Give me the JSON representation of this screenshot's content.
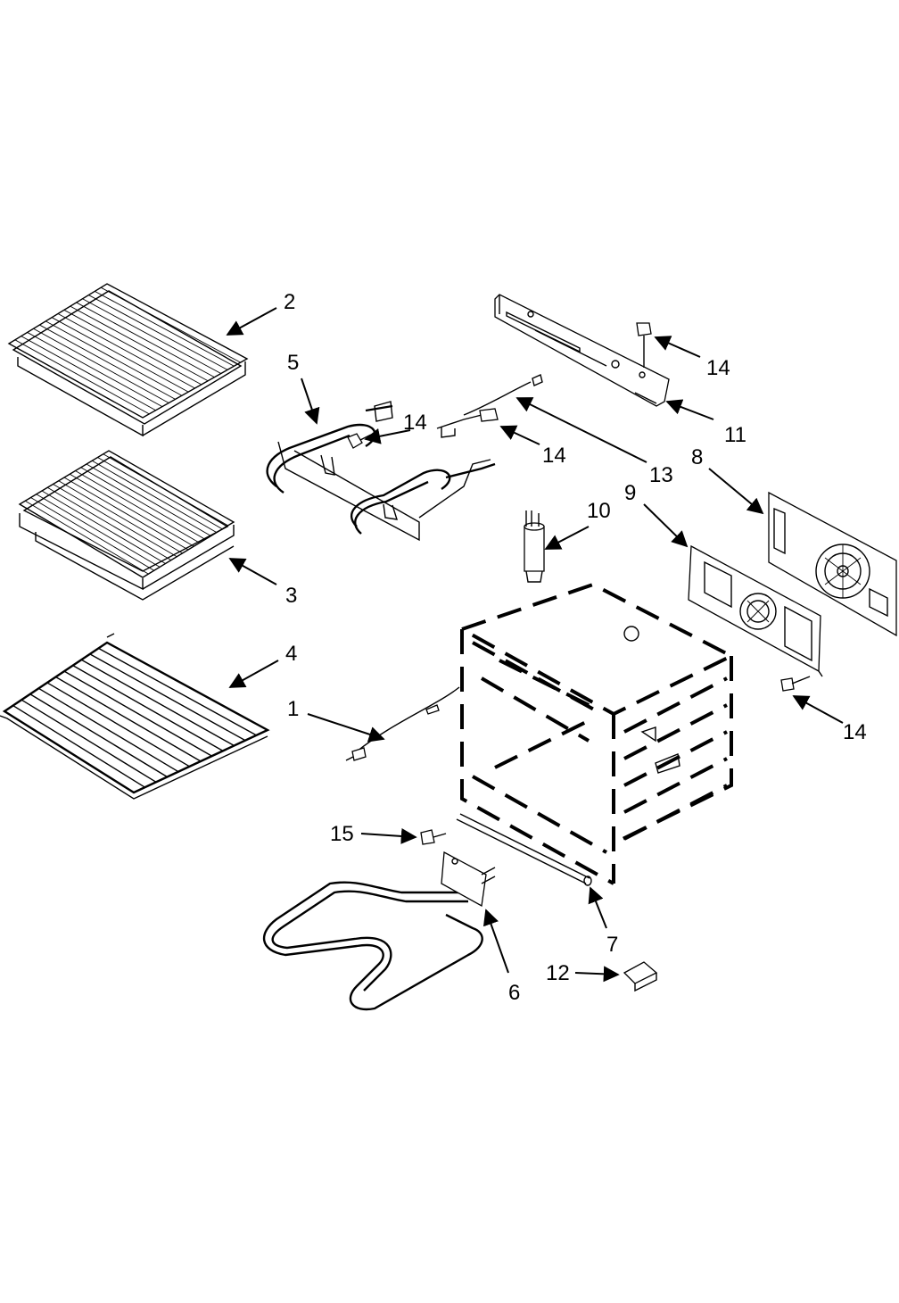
{
  "callouts": [
    {
      "id": "c1",
      "text": "1"
    },
    {
      "id": "c2",
      "text": "2"
    },
    {
      "id": "c3",
      "text": "3"
    },
    {
      "id": "c4",
      "text": "4"
    },
    {
      "id": "c5",
      "text": "5"
    },
    {
      "id": "c6",
      "text": "6"
    },
    {
      "id": "c7",
      "text": "7"
    },
    {
      "id": "c8",
      "text": "8"
    },
    {
      "id": "c9",
      "text": "9"
    },
    {
      "id": "c10",
      "text": "10"
    },
    {
      "id": "c11",
      "text": "11"
    },
    {
      "id": "c12",
      "text": "12"
    },
    {
      "id": "c13",
      "text": "13"
    },
    {
      "id": "c14a",
      "text": "14"
    },
    {
      "id": "c14b",
      "text": "14"
    },
    {
      "id": "c14c",
      "text": "14"
    },
    {
      "id": "c14d",
      "text": "14"
    },
    {
      "id": "c15",
      "text": "15"
    }
  ]
}
